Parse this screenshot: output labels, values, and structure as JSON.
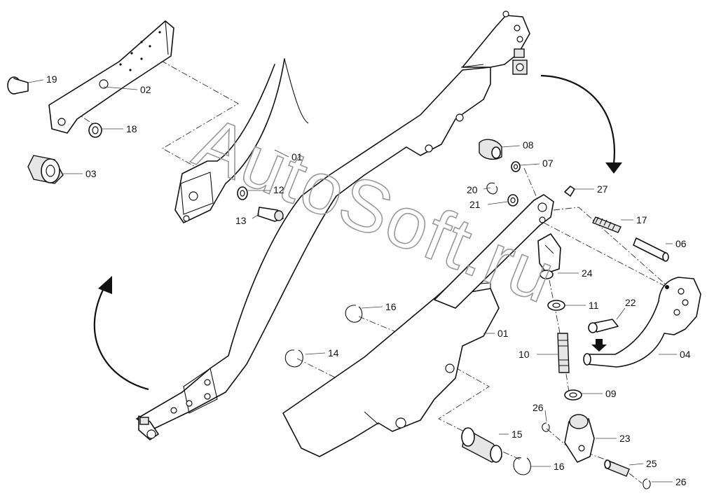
{
  "watermark": "AutoSoft.ru",
  "callouts": [
    {
      "id": "c19",
      "text": "19"
    },
    {
      "id": "c02",
      "text": "02"
    },
    {
      "id": "c18",
      "text": "18"
    },
    {
      "id": "c03",
      "text": "03"
    },
    {
      "id": "c01a",
      "text": "01"
    },
    {
      "id": "c12",
      "text": "12"
    },
    {
      "id": "c13",
      "text": "13"
    },
    {
      "id": "c08",
      "text": "08"
    },
    {
      "id": "c07",
      "text": "07"
    },
    {
      "id": "c20",
      "text": "20"
    },
    {
      "id": "c27",
      "text": "27"
    },
    {
      "id": "c21",
      "text": "21"
    },
    {
      "id": "c17",
      "text": "17"
    },
    {
      "id": "c06",
      "text": "06"
    },
    {
      "id": "c24",
      "text": "24"
    },
    {
      "id": "c16a",
      "text": "16"
    },
    {
      "id": "c11",
      "text": "11"
    },
    {
      "id": "c22",
      "text": "22"
    },
    {
      "id": "c01b",
      "text": "01"
    },
    {
      "id": "c14",
      "text": "14"
    },
    {
      "id": "c10",
      "text": "10"
    },
    {
      "id": "c04",
      "text": "04"
    },
    {
      "id": "c09",
      "text": "09"
    },
    {
      "id": "c26a",
      "text": "26"
    },
    {
      "id": "c15",
      "text": "15"
    },
    {
      "id": "c23",
      "text": "23"
    },
    {
      "id": "c16b",
      "text": "16"
    },
    {
      "id": "c25",
      "text": "25"
    },
    {
      "id": "c26b",
      "text": "26"
    }
  ]
}
